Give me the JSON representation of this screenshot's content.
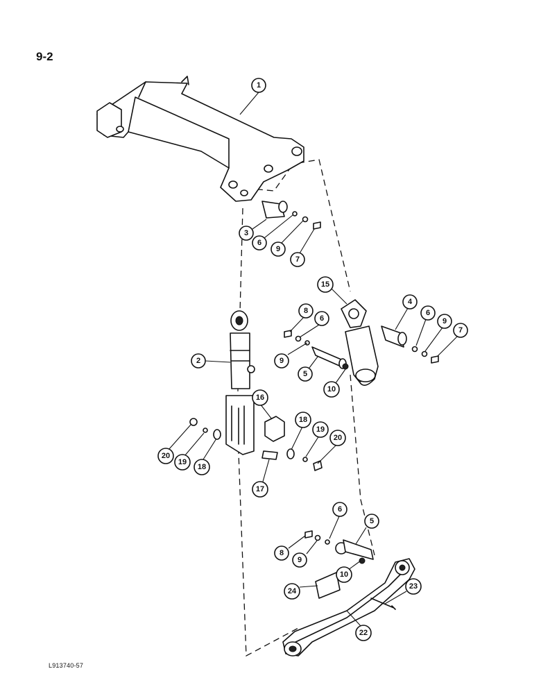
{
  "page": {
    "number": "9-2",
    "drawing_code": "L913740-57"
  },
  "callouts": [
    {
      "id": "1",
      "label": "1"
    },
    {
      "id": "3",
      "label": "3"
    },
    {
      "id": "6a",
      "label": "6"
    },
    {
      "id": "9a",
      "label": "9"
    },
    {
      "id": "7a",
      "label": "7"
    },
    {
      "id": "15",
      "label": "15"
    },
    {
      "id": "4",
      "label": "4"
    },
    {
      "id": "6b",
      "label": "6"
    },
    {
      "id": "9b",
      "label": "9"
    },
    {
      "id": "7b",
      "label": "7"
    },
    {
      "id": "8a",
      "label": "8"
    },
    {
      "id": "6c",
      "label": "6"
    },
    {
      "id": "9c",
      "label": "9"
    },
    {
      "id": "5a",
      "label": "5"
    },
    {
      "id": "10a",
      "label": "10"
    },
    {
      "id": "2",
      "label": "2"
    },
    {
      "id": "16",
      "label": "16"
    },
    {
      "id": "18a",
      "label": "18"
    },
    {
      "id": "19a",
      "label": "19"
    },
    {
      "id": "20a",
      "label": "20"
    },
    {
      "id": "20b",
      "label": "20"
    },
    {
      "id": "19b",
      "label": "19"
    },
    {
      "id": "18b",
      "label": "18"
    },
    {
      "id": "17",
      "label": "17"
    },
    {
      "id": "6d",
      "label": "6"
    },
    {
      "id": "5b",
      "label": "5"
    },
    {
      "id": "8b",
      "label": "8"
    },
    {
      "id": "9d",
      "label": "9"
    },
    {
      "id": "10b",
      "label": "10"
    },
    {
      "id": "24",
      "label": "24"
    },
    {
      "id": "23",
      "label": "23"
    },
    {
      "id": "22",
      "label": "22"
    }
  ]
}
